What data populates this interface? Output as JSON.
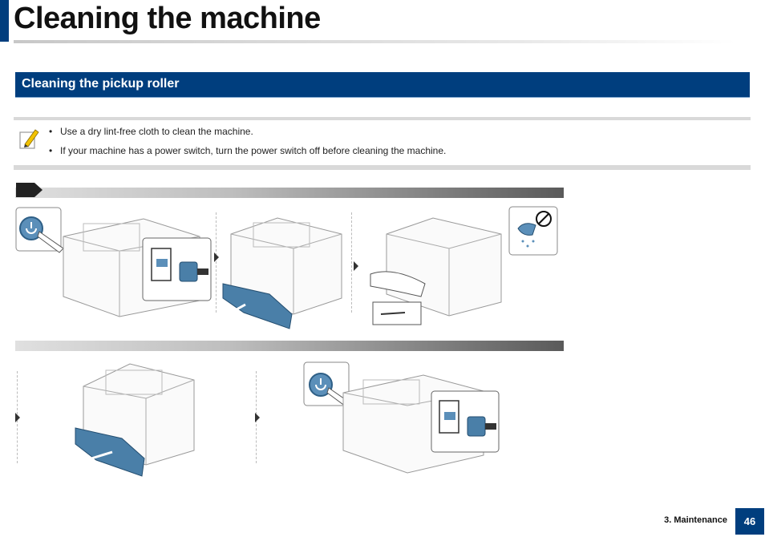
{
  "page": {
    "title": "Cleaning the machine",
    "section_title": "Cleaning the pickup roller",
    "notes": [
      "Use a dry lint-free cloth to clean the machine.",
      "If your machine has a power switch, turn the power switch off before cleaning the machine."
    ],
    "footer_chapter": "3. Maintenance",
    "page_number": "46"
  },
  "colors": {
    "accent": "#003e7e",
    "illustration_teal": "#4a7fa8",
    "bar_dark": "#5a5a5a"
  },
  "icons": [
    "note-pencil-icon",
    "arrow-tag-icon",
    "power-button-icon",
    "power-cord-icon",
    "no-water-icon"
  ]
}
